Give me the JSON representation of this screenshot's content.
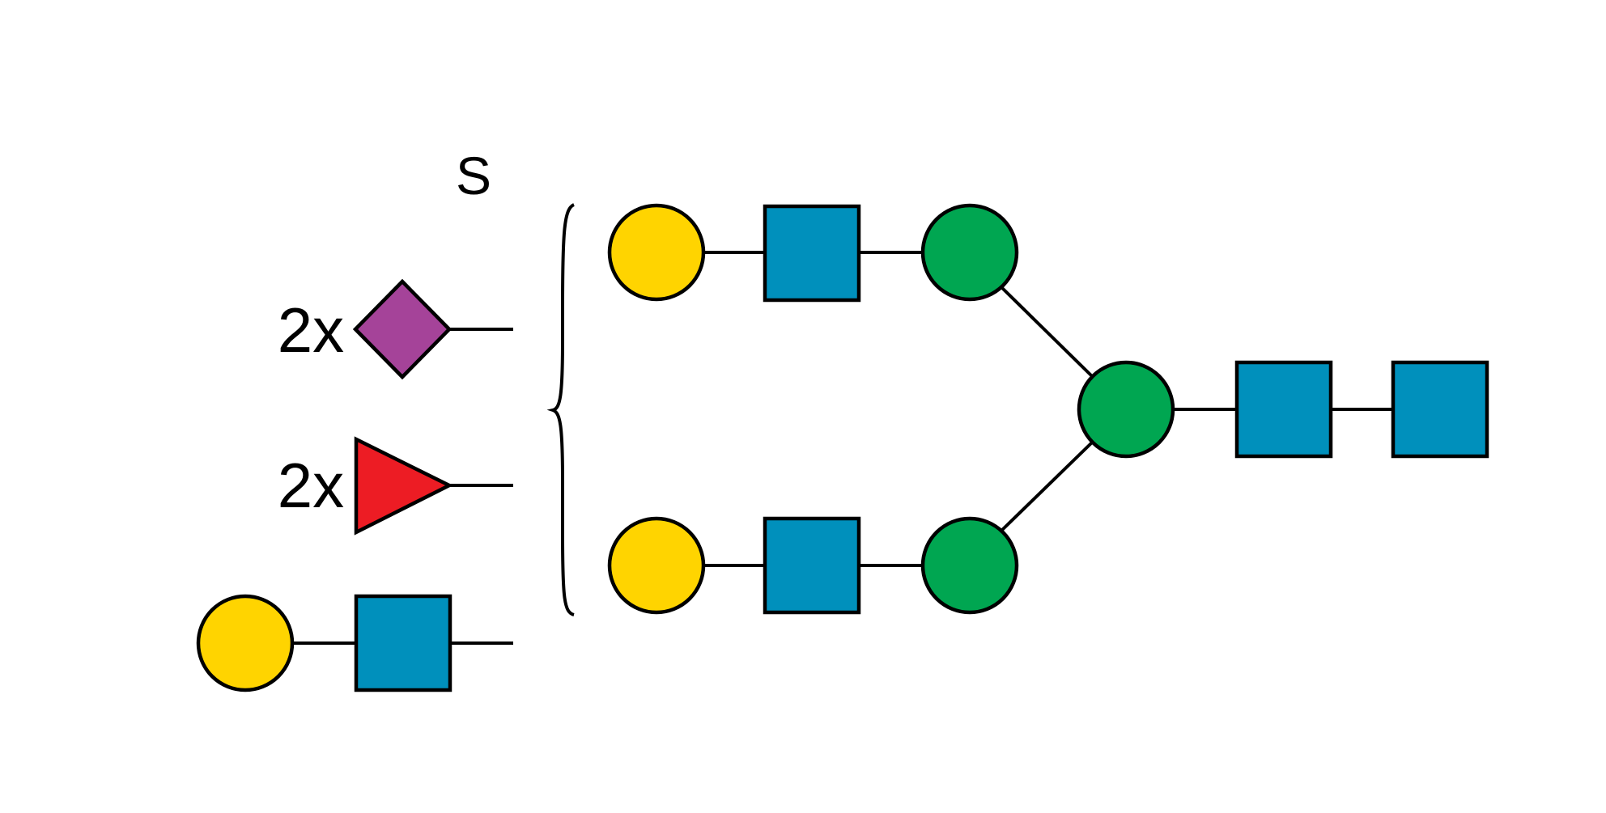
{
  "colors": {
    "galactose": "#FFD400",
    "glcnac": "#0090BC",
    "mannose": "#00A651",
    "sialic_acid": "#A54399",
    "fucose": "#ED1C24",
    "line": "#000000",
    "background": "#FFFFFF"
  },
  "labels": {
    "s": "S",
    "sialic_count": "2x",
    "fucose_count": "2x"
  },
  "legend_items": [
    {
      "shape": "diamond",
      "color_key": "sialic_acid",
      "count_label": "2x",
      "icon": "purple-diamond-icon"
    },
    {
      "shape": "triangle",
      "color_key": "fucose",
      "count_label": "2x",
      "icon": "red-triangle-icon"
    },
    {
      "shape": "circle-square",
      "color_key": "galactose",
      "icon": "yellow-circle-blue-square-icon"
    }
  ],
  "structure": {
    "core": [
      "glcnac",
      "glcnac",
      "mannose"
    ],
    "branches": [
      [
        "mannose",
        "glcnac",
        "galactose"
      ],
      [
        "mannose",
        "glcnac",
        "galactose"
      ]
    ]
  }
}
